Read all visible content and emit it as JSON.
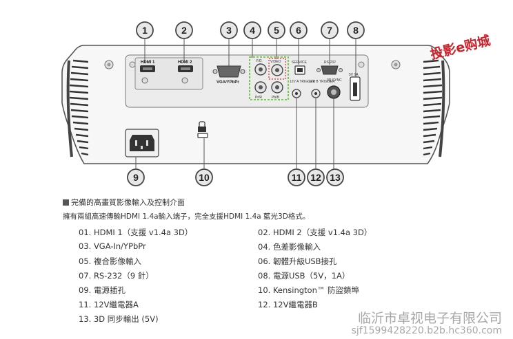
{
  "callouts": [
    "1",
    "2",
    "3",
    "4",
    "5",
    "6",
    "7",
    "8",
    "9",
    "10",
    "11",
    "12",
    "13"
  ],
  "ports": {
    "hdmi1": "HDMI 1",
    "hdmi2": "HDMI 2",
    "vga": "VGA/YPbPr",
    "video": "VIDEO",
    "service": "SERVICE",
    "rs232": "RS-232",
    "trigger": "12V B TRIGGER",
    "trigger_a": "12V A TRIGGER",
    "pr": "Pr/R",
    "pb": "Pb/B",
    "y": "Y/G",
    "sync": "3D SYNC",
    "usb_power": "5V 1A"
  },
  "watermark": "投影e购城",
  "section_title": "完備的高畫質影像輸入及控制介面",
  "intro": "擁有兩組高速傳輸HDMI 1.4a輸入端子，完全支援HDMI 1.4a 藍光3D格式。",
  "specs": [
    "01. HDMI 1（支援 v1.4a 3D）",
    "02. HDMI 2（支援 v1.4a 3D）",
    "03. VGA-In/YPbPr",
    "04. 色差影像輸入",
    "05. 複合影像輸入",
    "06. 韌體升級USB接孔",
    "07. RS-232（9 針）",
    "08. 電源USB（5V，1A）",
    "09. 電源插孔",
    "10. Kensington™ 防盜鎖埠",
    "11. 12V繼電器A",
    "12. 12V繼電器B",
    "13. 3D 同步輸出 (5V)"
  ],
  "footer": {
    "company": "临沂市卓视电子有限公司",
    "url": "sjf1599428220.b2b.hc360.com"
  }
}
